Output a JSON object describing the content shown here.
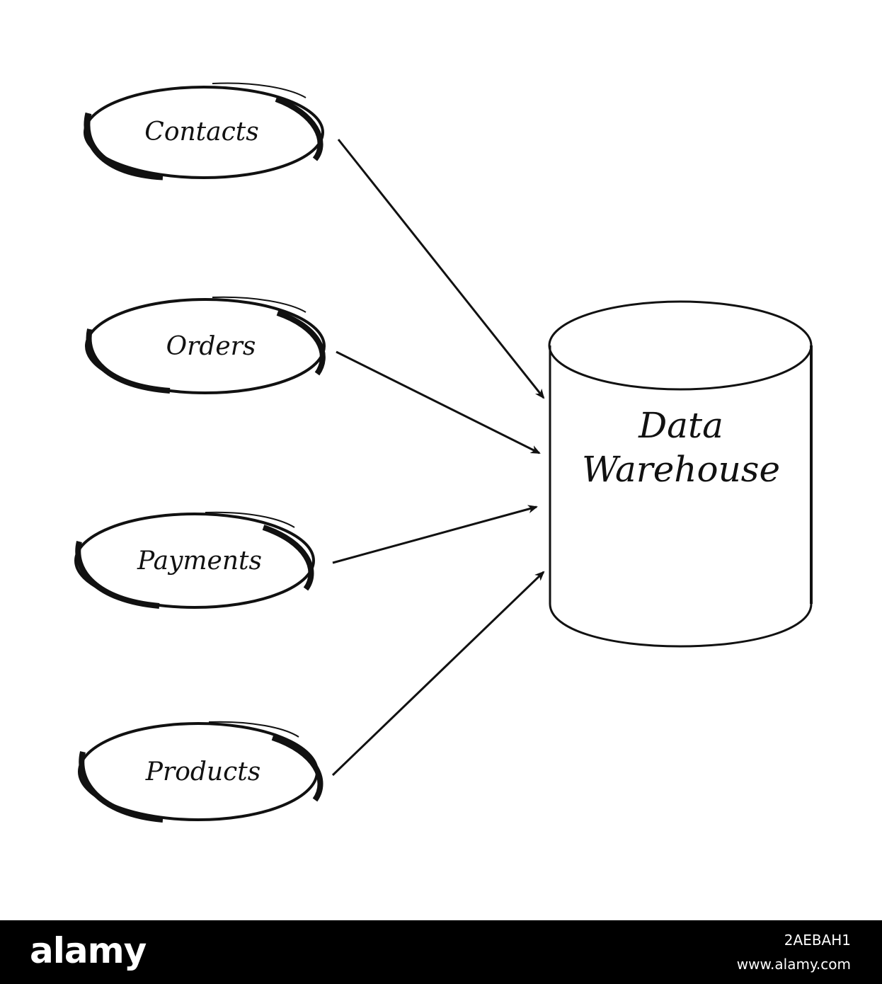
{
  "diagram": {
    "sources": [
      {
        "id": "contacts",
        "label": "Contacts"
      },
      {
        "id": "orders",
        "label": "Orders"
      },
      {
        "id": "payments",
        "label": "Payments"
      },
      {
        "id": "products",
        "label": "Products"
      }
    ],
    "target": {
      "id": "data-warehouse",
      "label_line1": "Data",
      "label_line2": "Warehouse"
    },
    "edges": [
      {
        "from": "contacts",
        "to": "data-warehouse"
      },
      {
        "from": "orders",
        "to": "data-warehouse"
      },
      {
        "from": "payments",
        "to": "data-warehouse"
      },
      {
        "from": "products",
        "to": "data-warehouse"
      }
    ],
    "colors": {
      "ink": "#111111",
      "background": "#ffffff"
    }
  },
  "footer": {
    "logo": "alamy",
    "image_id": "2AEBAH1",
    "url": "www.alamy.com"
  }
}
